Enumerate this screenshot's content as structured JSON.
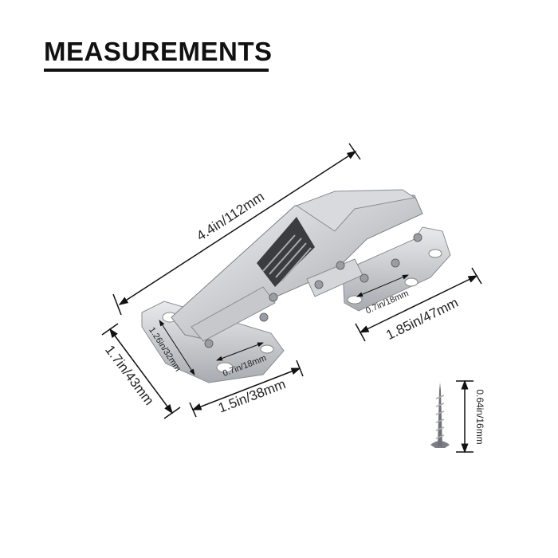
{
  "title": "MEASUREMENTS",
  "dimensions": {
    "overall_length": "4.4in/112mm",
    "base_height": "1.7in/43mm",
    "base_width": "1.5in/38mm",
    "plate_width": "1.85in/47mm",
    "base_hole_vertical": "1.26in/32mm",
    "base_hole_spacing": "0.7in/18mm",
    "plate_hole_spacing": "0.7in/18mm",
    "screw_length": "0.64in/16mm"
  },
  "colors": {
    "text": "#111111",
    "metal_light": "#e4e5e8",
    "metal_dark": "#8a8d93"
  }
}
